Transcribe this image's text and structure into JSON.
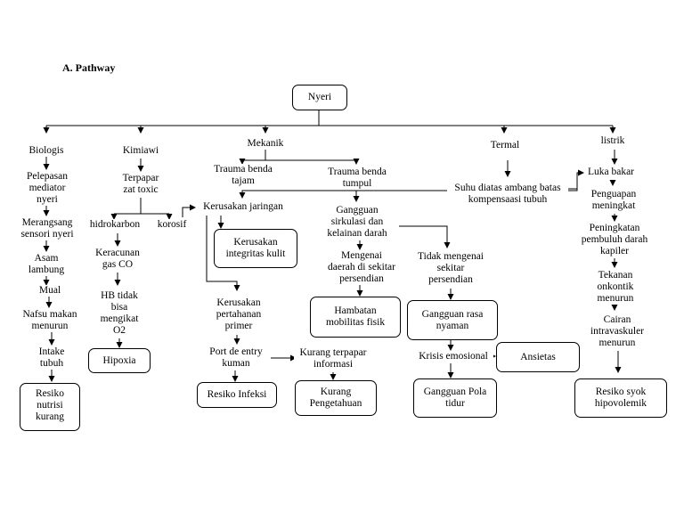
{
  "section_title": "A.   Pathway",
  "root": "Nyeri",
  "branches": {
    "biologis": "Biologis",
    "kimiawi": "Kimiawi",
    "mekanik": "Mekanik",
    "termal": "Termal",
    "listrik": "listrik"
  },
  "biologis": {
    "pelepasan": "Pelepasan\nmediator\nnyeri",
    "merangsang": "Merangsang\nsensori nyeri",
    "asam": "Asam\nlambung",
    "mual": "Mual",
    "nafsu": "Nafsu makan\nmenurun",
    "intake": "Intake\ntubuh",
    "resiko_nutrisi": "Resiko\nnutrisi\nkurang"
  },
  "kimiawi": {
    "terpapar": "Terpapar\nzat toxic",
    "hidrokarbon": "hidrokarbon",
    "korosif": "korosif",
    "keracunan": "Keracunan\ngas CO",
    "hb": "HB tidak\nbisa\nmengikat\nO2",
    "hipoxia": "Hipoxia"
  },
  "mekanik": {
    "trauma_tajam": "Trauma benda\ntajam",
    "trauma_tumpul": "Trauma benda\ntumpul",
    "kerusakan_jaringan": "Kerusakan jaringan",
    "kerusakan_kulit": "Kerusakan\nintegritas kulit",
    "kerusakan_pertahanan": "Kerusakan\npertahanan\nprimer",
    "port_entry": "Port de entry\nkuman",
    "resiko_infeksi": "Resiko Infeksi",
    "kurang_terpapar": "Kurang terpapar\ninformasi",
    "kurang_pengetahuan": "Kurang\nPengetahuan",
    "gangguan_sirkulasi": "Gangguan\nsirkulasi dan\nkelainan darah",
    "mengenai_sendi": "Mengenai\ndaerah di sekitar\npersendian",
    "hambatan": "Hambatan\nmobilitas fisik",
    "tidak_mengenai": "Tidak mengenai\nsekitar\npersendian",
    "gangguan_nyaman": "Gangguan rasa\nnyaman",
    "krisis": "Krisis emosional",
    "ansietas": "Ansietas",
    "gangguan_tidur": "Gangguan Pola\ntidur"
  },
  "termal": {
    "suhu": "Suhu diatas ambang batas\nkompensaasi tubuh"
  },
  "listrik": {
    "luka_bakar": "Luka bakar",
    "penguapan": "Penguapan\nmeningkat",
    "peningkatan": "Peningkatan\npembuluh darah\nkapiler",
    "tekanan": "Tekanan\nonkontik\nmenurun",
    "cairan": "Cairan\nintravaskuler\nmenurun",
    "resiko_syok": "Resiko syok\nhipovolemik"
  }
}
